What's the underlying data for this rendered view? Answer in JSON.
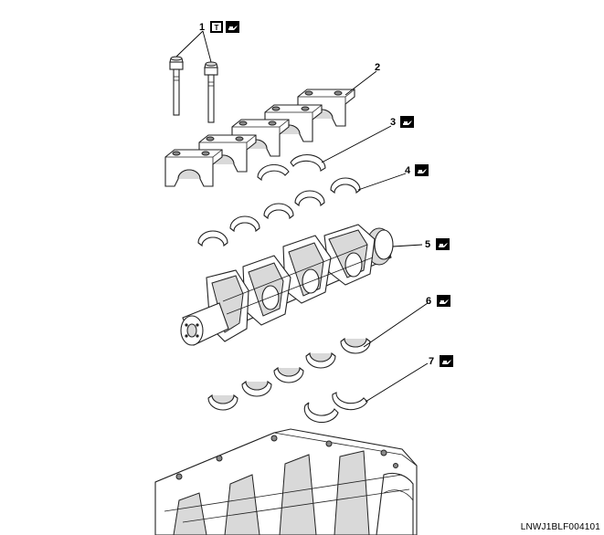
{
  "figure": {
    "code": "LNWJ1BLF004101"
  },
  "callouts": [
    {
      "number": "1",
      "icons": [
        "torque-icon",
        "oil-can-icon"
      ]
    },
    {
      "number": "2",
      "icons": []
    },
    {
      "number": "3",
      "icons": [
        "oil-can-icon"
      ]
    },
    {
      "number": "4",
      "icons": [
        "oil-can-icon"
      ]
    },
    {
      "number": "5",
      "icons": [
        "oil-can-icon"
      ]
    },
    {
      "number": "6",
      "icons": [
        "oil-can-icon"
      ]
    },
    {
      "number": "7",
      "icons": [
        "oil-can-icon"
      ]
    }
  ],
  "icons": {
    "torque_letter": "T"
  }
}
